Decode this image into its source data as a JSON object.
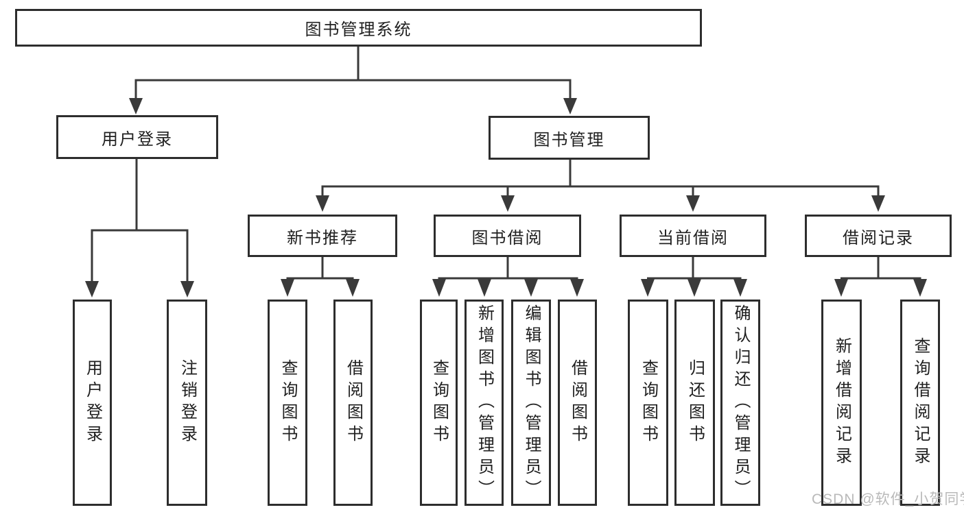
{
  "diagram_type": "hierarchy-tree",
  "tree": {
    "label": "图书管理系统",
    "children": [
      {
        "label": "用户登录",
        "children": [
          {
            "label": "用户登录"
          },
          {
            "label": "注销登录"
          }
        ]
      },
      {
        "label": "图书管理",
        "children": [
          {
            "label": "新书推荐",
            "children": [
              {
                "label": "查询图书"
              },
              {
                "label": "借阅图书"
              }
            ]
          },
          {
            "label": "图书借阅",
            "children": [
              {
                "label": "查询图书"
              },
              {
                "label": "新增图书（管理员）"
              },
              {
                "label": "编辑图书（管理员）"
              },
              {
                "label": "借阅图书"
              }
            ]
          },
          {
            "label": "当前借阅",
            "children": [
              {
                "label": "查询图书"
              },
              {
                "label": "归还图书"
              },
              {
                "label": "确认归还（管理员）"
              }
            ]
          },
          {
            "label": "借阅记录",
            "children": [
              {
                "label": "新增借阅记录"
              },
              {
                "label": "查询借阅记录"
              }
            ]
          }
        ]
      }
    ]
  },
  "watermark": {
    "text": "CSDN @软件_小贺同学"
  },
  "colors": {
    "background": "#ffffff",
    "line": "#3a3a3a",
    "border": "#2d2d2d",
    "text": "#1f1f1f",
    "watermark": "#b9b9b9"
  }
}
